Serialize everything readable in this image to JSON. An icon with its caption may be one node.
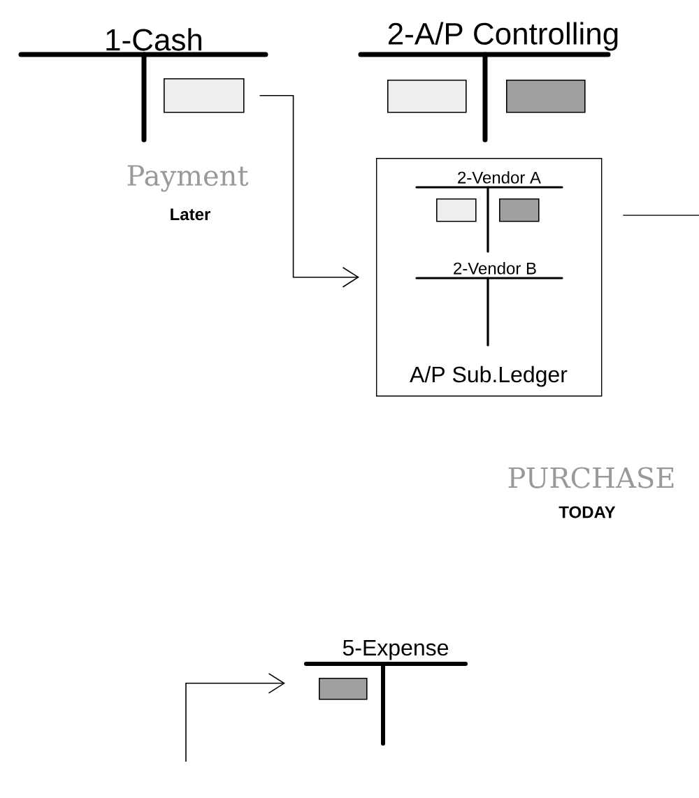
{
  "diagram": {
    "nodes": [
      {
        "text": [
          "1-Cash"
        ]
      },
      {
        "text": [],
        "shape": "box",
        "in": 0
      },
      {
        "text": [
          "2-A/P Controlling"
        ]
      },
      {
        "text": [],
        "shape": "box",
        "in": 2
      },
      {
        "text": [],
        "shape": "box",
        "in": 2
      },
      {
        "text": [
          "A/P Sub.Ledger"
        ]
      },
      {
        "text": [
          "2-Vendor A"
        ],
        "in": 5
      },
      {
        "text": [],
        "shape": "box",
        "in": 6
      },
      {
        "text": [],
        "shape": "box",
        "in": 6
      },
      {
        "text": [
          "2-Vendor B"
        ],
        "in": 5
      },
      {
        "text": [
          "5-Expense"
        ]
      },
      {
        "text": [],
        "shape": "box",
        "in": 10
      }
    ],
    "edges": [
      {
        "from": 1,
        "to": 5,
        "arrow": "to"
      },
      {
        "from": 5,
        "to": null,
        "arrow": "none"
      },
      {
        "from": null,
        "to": 11,
        "arrow": "to"
      }
    ],
    "labels": [
      "Payment",
      "Later",
      "PURCHASE",
      "TODAY"
    ]
  }
}
